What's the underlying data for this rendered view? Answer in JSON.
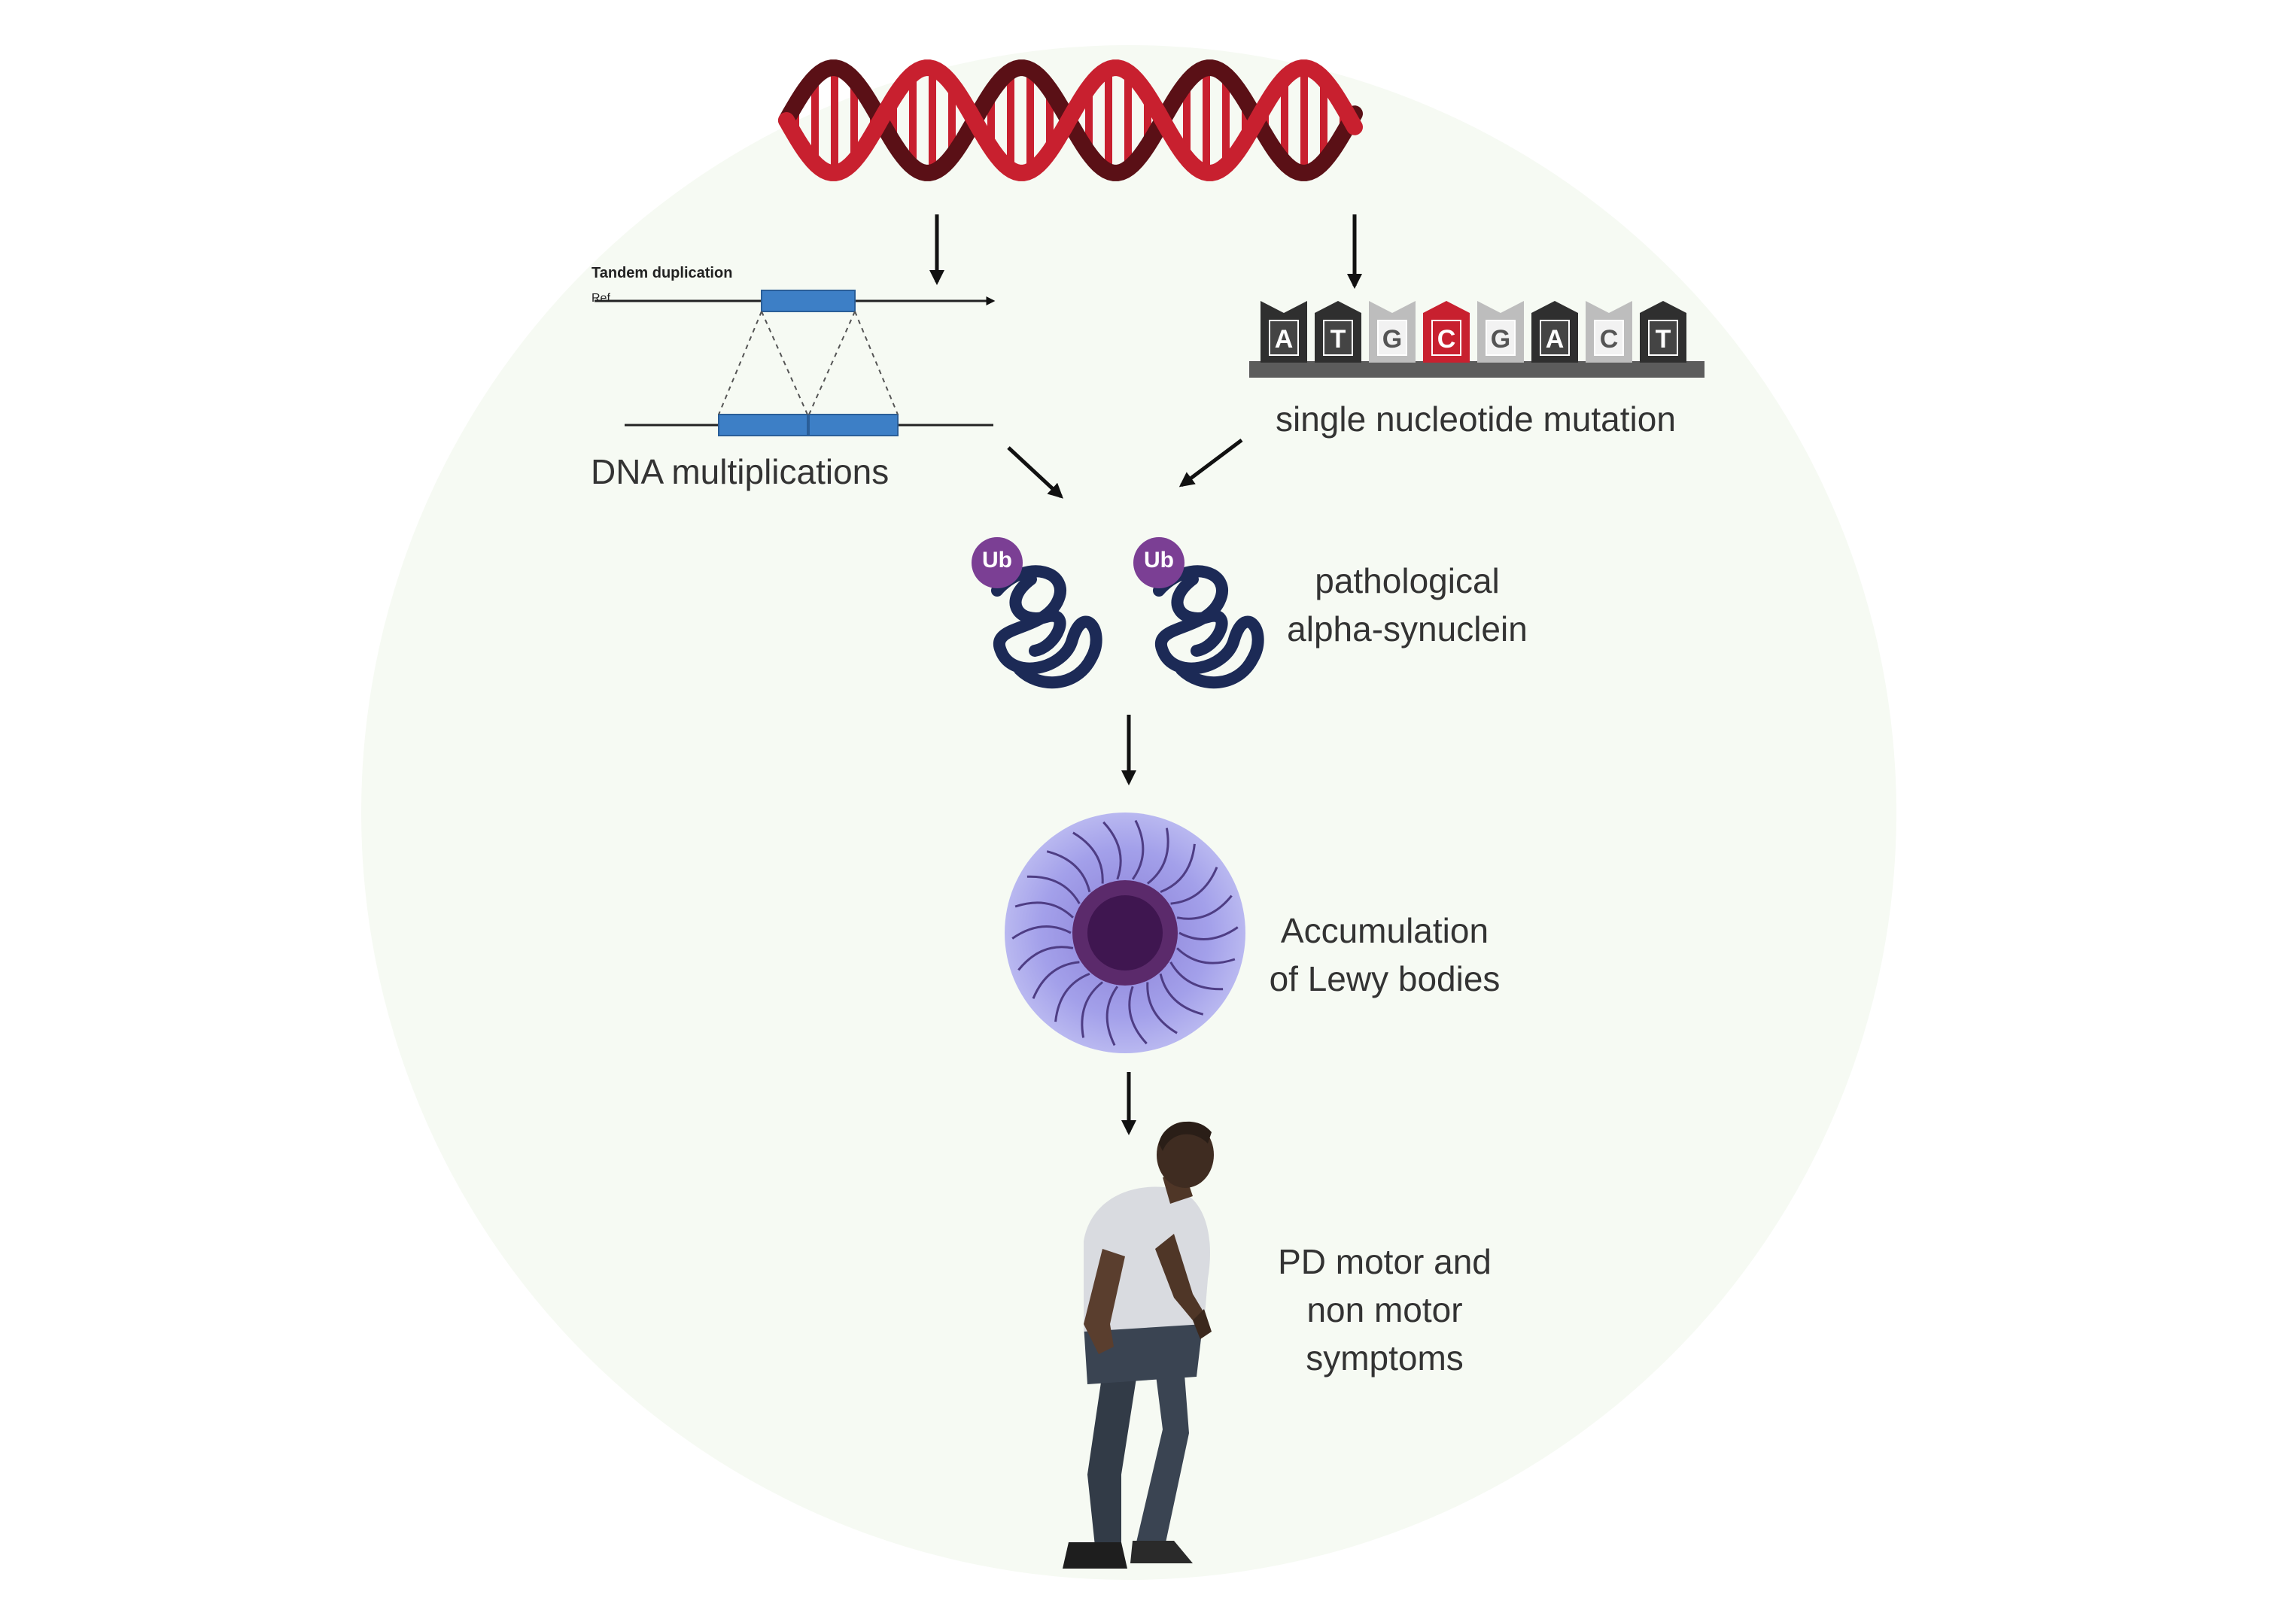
{
  "labels": {
    "tandem_duplication": "Tandem duplication",
    "ref": "Ref",
    "dna_multiplications": "DNA multiplications",
    "snm": "single nucleotide mutation",
    "pathological_1": "pathological",
    "pathological_2": "alpha-synuclein",
    "lewy_1": "Accumulation",
    "lewy_2": "of Lewy bodies",
    "pd_1": "PD motor and",
    "pd_2": "non motor",
    "pd_3": "symptoms"
  },
  "nucleotides": [
    "A",
    "T",
    "G",
    "C",
    "G",
    "A",
    "C",
    "T"
  ],
  "ubiquitin": "Ub",
  "colors": {
    "background_wash": "#f6faf3",
    "dna_red": "#c8202f",
    "dna_dark": "#5a1016",
    "dup_blue": "#3d7fc6",
    "base_dark": "#2f2f2f",
    "base_light": "#bdbdbd",
    "base_mutated": "#c8202f",
    "ub_purple": "#7b3f94",
    "protein_navy": "#1c2a56",
    "lewy_outer": "#a9a8ea",
    "lewy_core": "#4a1d58",
    "arrow": "#111111"
  },
  "icons": [
    "dna-helix-icon",
    "tandem-duplication-icon",
    "nucleotide-sequence-icon",
    "protein-aggregate-icon",
    "lewy-body-icon",
    "elderly-person-icon"
  ]
}
